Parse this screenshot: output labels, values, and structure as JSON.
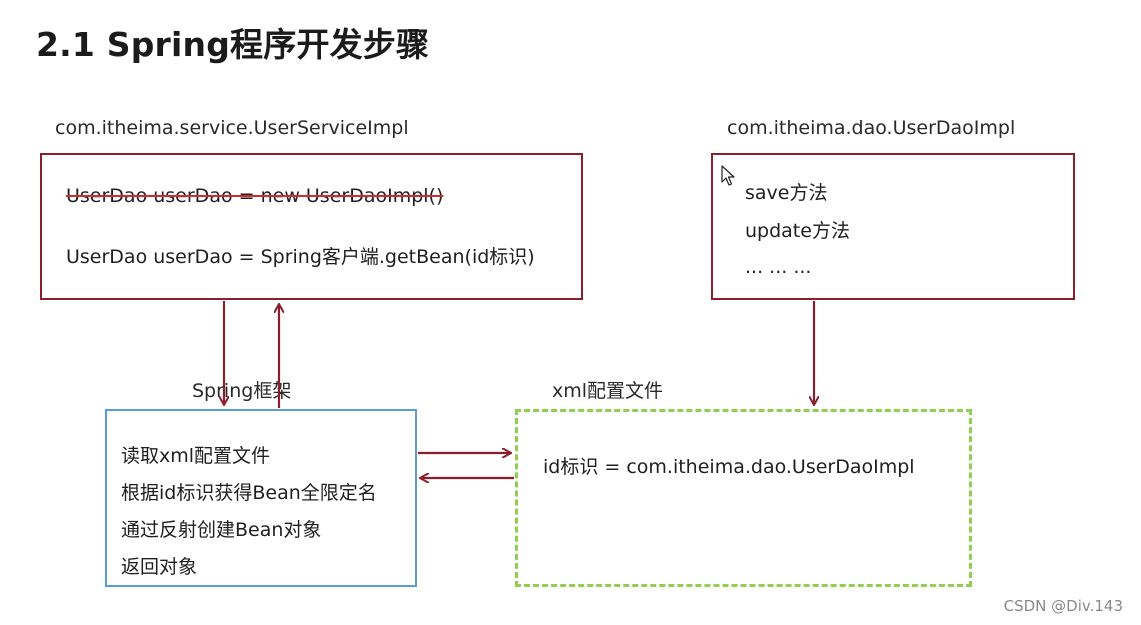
{
  "title": "2.1 Spring程序开发步骤",
  "service_box": {
    "label": "com.itheima.service.UserServiceImpl",
    "line1": "UserDao userDao = new UserDaoImpl()",
    "line2": "UserDao userDao = Spring客户端.getBean(id标识)"
  },
  "dao_box": {
    "label": "com.itheima.dao.UserDaoImpl",
    "items": [
      "save方法",
      "update方法",
      "... ... ..."
    ]
  },
  "spring_box": {
    "label": "Spring框架",
    "steps": [
      "读取xml配置文件",
      "根据id标识获得Bean全限定名",
      "通过反射创建Bean对象",
      "返回对象"
    ]
  },
  "xml_box": {
    "label": "xml配置文件",
    "entry": "id标识 = com.itheima.dao.UserDaoImpl"
  },
  "watermark": "CSDN @Div.143",
  "colors": {
    "dark_red": "#8b1e2b",
    "blue": "#5b9bd5",
    "green_dashed": "#8fd14f",
    "strike_red": "#d22b2b"
  },
  "icons": [
    "mouse-cursor-icon"
  ]
}
